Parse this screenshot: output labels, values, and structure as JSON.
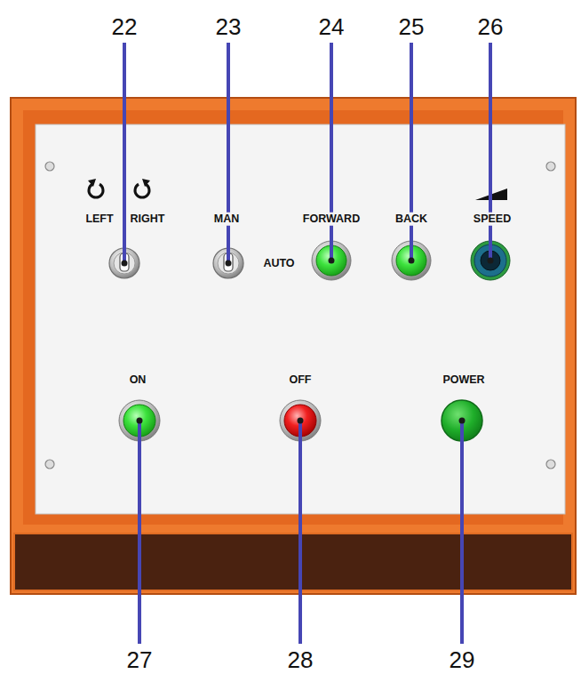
{
  "diagram": {
    "labels": [
      "22",
      "23",
      "24",
      "25",
      "26",
      "LEFT",
      "RIGHT",
      "MAN",
      "AUTO",
      "FORWARD",
      "BACK",
      "SPEED",
      "ON",
      "OFF",
      "POWER",
      "27",
      "28",
      "29"
    ]
  }
}
